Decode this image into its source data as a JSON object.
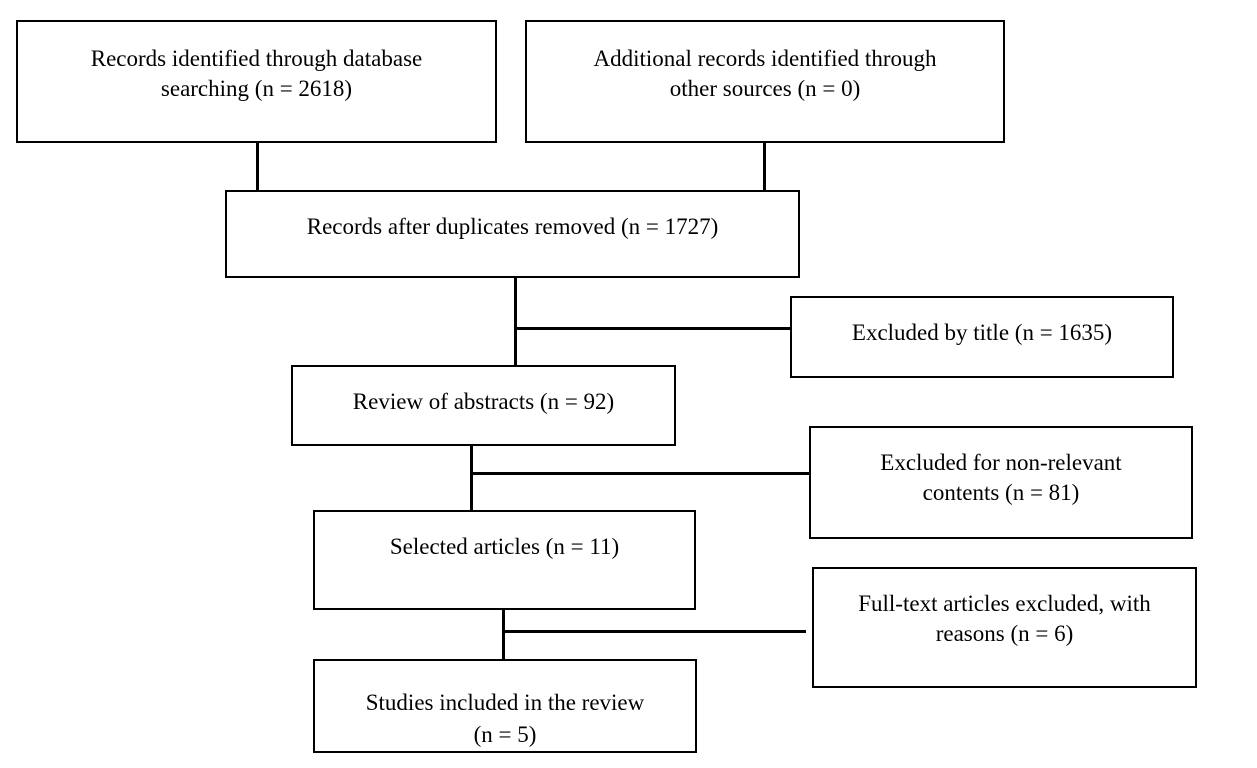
{
  "flowchart": {
    "type": "prisma-study-selection-flow",
    "boxes": [
      {
        "id": "records-database",
        "n": 2618,
        "lines": [
          "Records identified through database",
          "searching (n = 2618)"
        ]
      },
      {
        "id": "records-other-sources",
        "n": 0,
        "lines": [
          "Additional records identified through",
          "other sources (n = 0)"
        ]
      },
      {
        "id": "after-duplicates",
        "n": 1727,
        "lines": [
          "Records after duplicates removed (n = 1727)"
        ]
      },
      {
        "id": "excluded-by-title",
        "n": 1635,
        "lines": [
          "Excluded by title (n = 1635)"
        ]
      },
      {
        "id": "review-of-abstracts",
        "n": 92,
        "lines": [
          "Review of abstracts (n = 92)"
        ]
      },
      {
        "id": "excluded-non-relevant",
        "n": 81,
        "lines": [
          "Excluded for non-relevant",
          "contents (n = 81)"
        ]
      },
      {
        "id": "selected-articles",
        "n": 11,
        "lines": [
          "Selected articles (n = 11)"
        ]
      },
      {
        "id": "fulltext-excluded",
        "n": 6,
        "lines": [
          "Full-text articles excluded, with",
          "reasons (n = 6)"
        ]
      },
      {
        "id": "studies-included",
        "n": 5,
        "lines": [
          "Studies included in the review",
          "(n = 5)"
        ]
      }
    ],
    "colors": {
      "border": "#000000",
      "background": "#ffffff",
      "text": "#000000"
    }
  }
}
